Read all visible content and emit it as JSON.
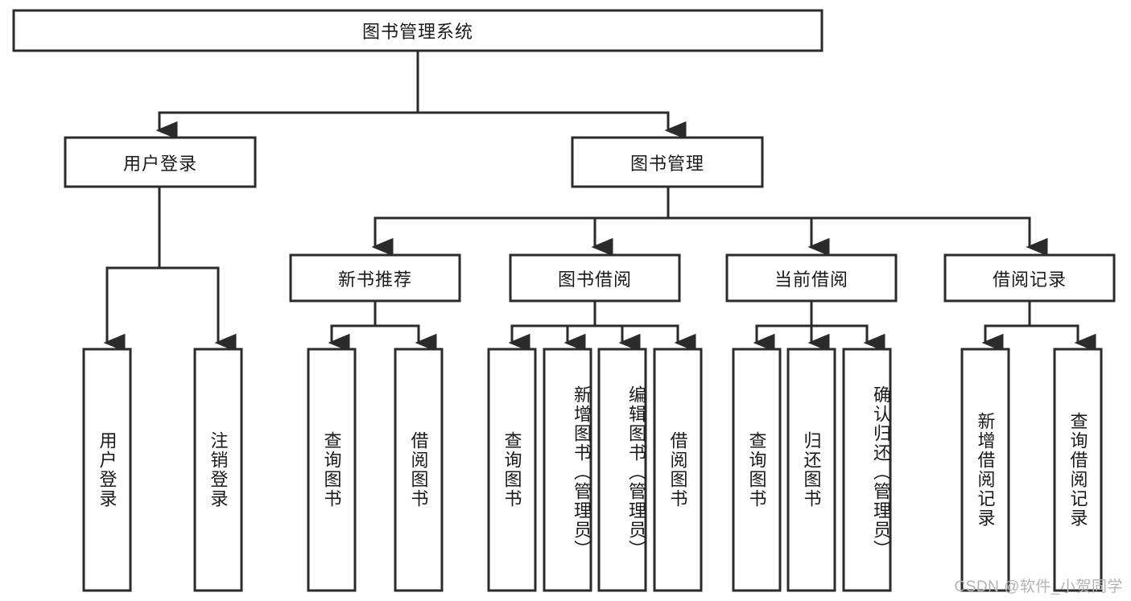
{
  "diagram": {
    "type": "tree-hierarchy",
    "title": "图书管理系统",
    "watermark": "CSDN @软件_小贺同学",
    "colors": {
      "stroke": "#2b2b2b",
      "fill": "#ffffff",
      "text": "#1a1a1a",
      "watermark": "#b4b4b4"
    },
    "root": {
      "label": "图书管理系统"
    },
    "level2": [
      {
        "label": "用户登录"
      },
      {
        "label": "图书管理"
      }
    ],
    "level3": [
      {
        "label": "新书推荐"
      },
      {
        "label": "图书借阅"
      },
      {
        "label": "当前借阅"
      },
      {
        "label": "借阅记录"
      }
    ],
    "leaves": {
      "user_login": [
        {
          "label": "用户登录"
        },
        {
          "label": "注销登录"
        }
      ],
      "new_book_recommend": [
        {
          "label": "查询图书"
        },
        {
          "label": "借阅图书"
        }
      ],
      "book_borrow": [
        {
          "label": "查询图书"
        },
        {
          "label": "新增图书（管理员）"
        },
        {
          "label": "编辑图书（管理员）"
        },
        {
          "label": "借阅图书"
        }
      ],
      "current_borrow": [
        {
          "label": "查询图书"
        },
        {
          "label": "归还图书"
        },
        {
          "label": "确认归还（管理员）"
        }
      ],
      "borrow_record": [
        {
          "label": "新增借阅记录"
        },
        {
          "label": "查询借阅记录"
        }
      ]
    }
  }
}
